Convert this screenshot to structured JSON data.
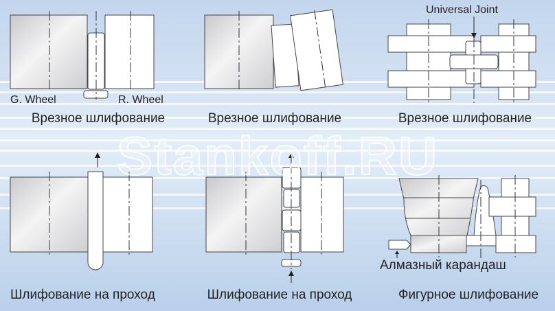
{
  "watermark": "Stankoff.RU",
  "panels": [
    {
      "caption": "Врезное шлифование",
      "labels": {
        "grinding_wheel": "G. Wheel",
        "regulating_wheel": "R. Wheel"
      }
    },
    {
      "caption": "Врезное шлифование"
    },
    {
      "caption": "Врезное шлифование",
      "labels": {
        "joint": "Universal Joint"
      }
    },
    {
      "caption": "Шлифование на проход"
    },
    {
      "caption": "Шлифование на проход"
    },
    {
      "caption": "Фигурное шлифование",
      "labels": {
        "dresser": "Алмазный карандаш"
      }
    }
  ],
  "colors": {
    "background": "#d5e3f3",
    "wheel_gray": "#d6d6d8",
    "outline": "#444444"
  }
}
